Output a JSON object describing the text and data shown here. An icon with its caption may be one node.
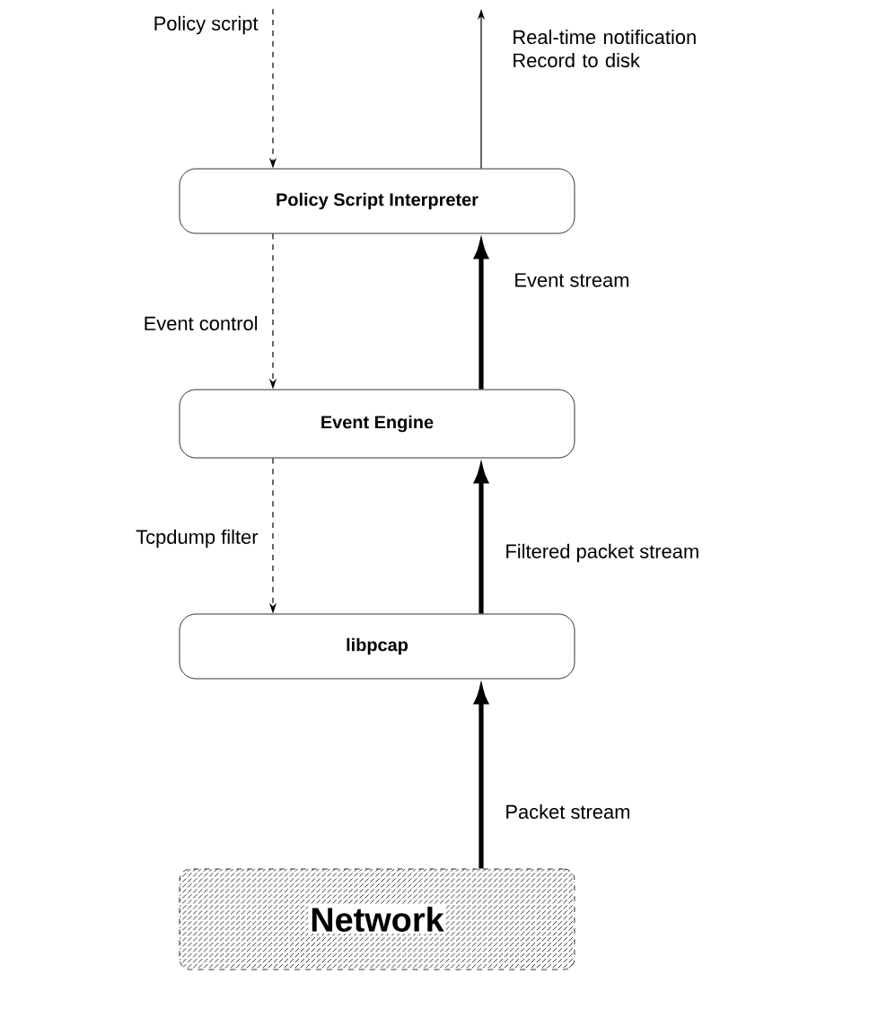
{
  "diagram": {
    "nodes": [
      {
        "text": [
          "Policy Script Interpreter"
        ]
      },
      {
        "text": [
          "Event Engine"
        ]
      },
      {
        "text": [
          "libpcap"
        ]
      },
      {
        "text": [
          "Network"
        ]
      }
    ],
    "edges": [
      {
        "from": null,
        "to": 0,
        "arrow": "to",
        "style": "dashed",
        "label": "Policy script"
      },
      {
        "from": 0,
        "to": null,
        "arrow": "to",
        "label": "Real-time notification Record to disk"
      },
      {
        "from": 0,
        "to": 1,
        "arrow": "to",
        "style": "dashed",
        "label": "Event control"
      },
      {
        "from": 1,
        "to": 0,
        "arrow": "to",
        "style": "thick",
        "label": "Event stream"
      },
      {
        "from": 1,
        "to": 2,
        "arrow": "to",
        "style": "dashed",
        "label": "Tcpdump filter"
      },
      {
        "from": 2,
        "to": 1,
        "arrow": "to",
        "style": "thick",
        "label": "Filtered packet stream"
      },
      {
        "from": 3,
        "to": 2,
        "arrow": "to",
        "style": "thick",
        "label": "Packet stream"
      }
    ]
  }
}
